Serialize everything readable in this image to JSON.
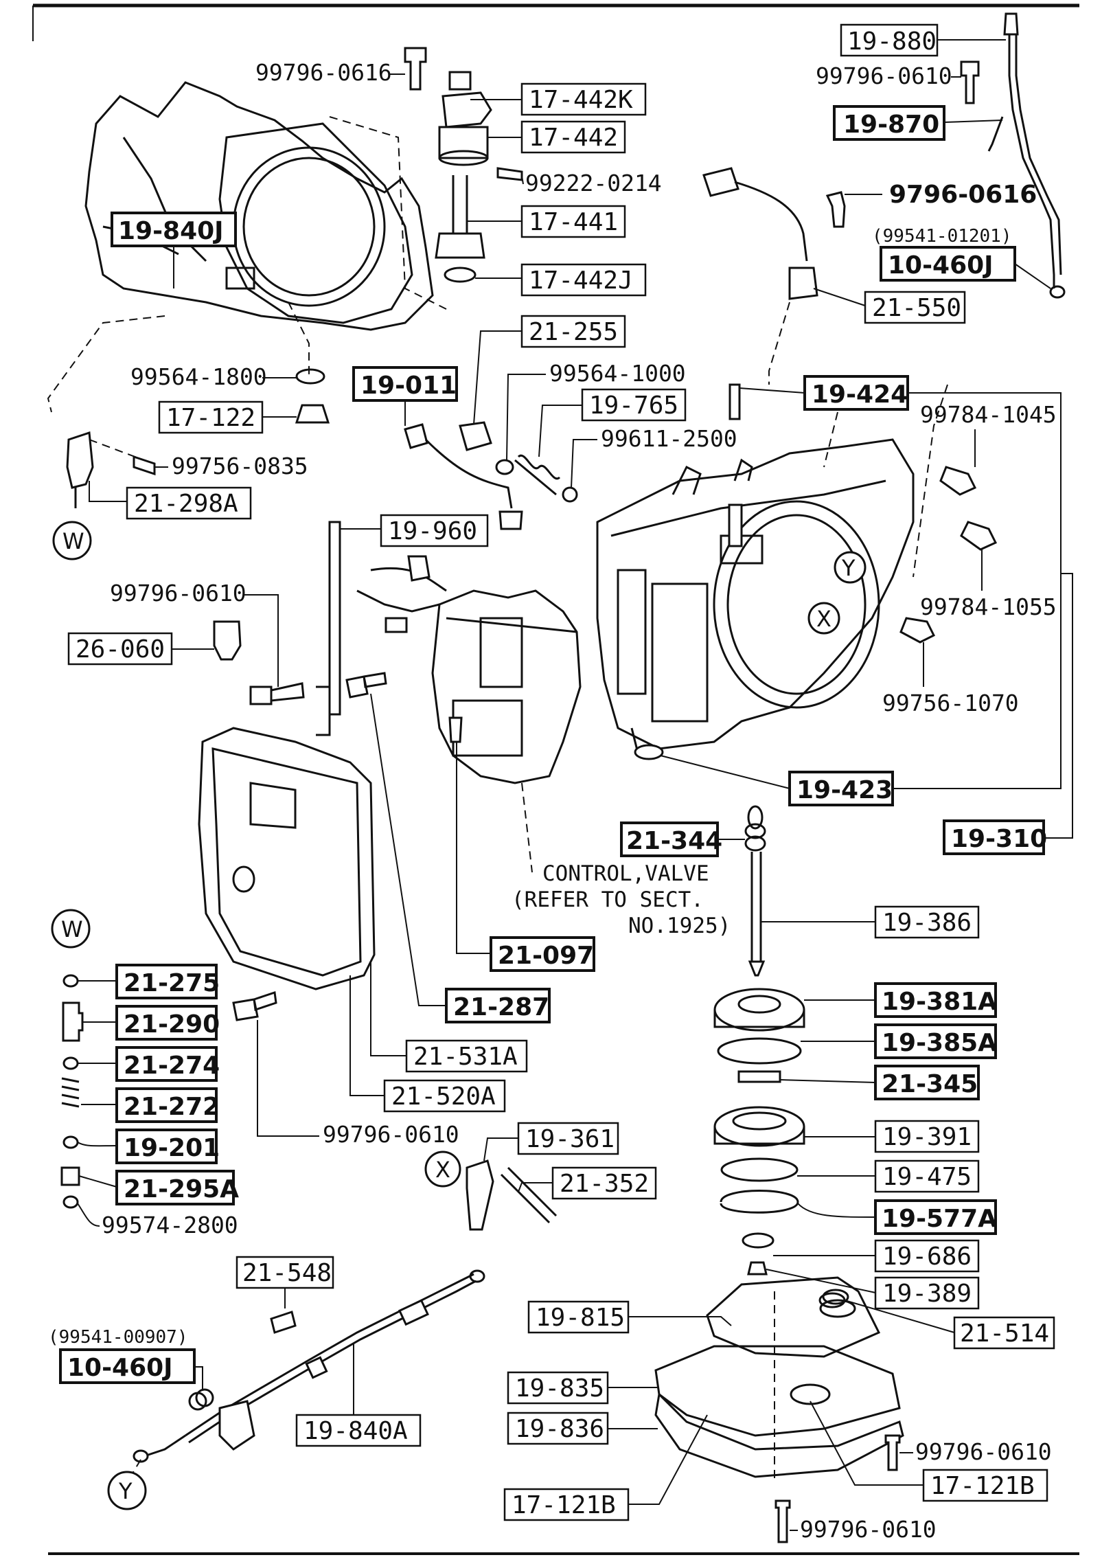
{
  "diagram_title": "",
  "labels": {
    "p_19_880": "19-880",
    "p_99796_0610_top": "99796-0610",
    "p_19_870": "19-870",
    "p_9796_0616": "9796-0616",
    "p_99541_01201": "(99541-01201)",
    "p_10_460j_top": "10-460J",
    "p_21_550": "21-550",
    "p_99796_0616": "99796-0616",
    "p_17_442k": "17-442K",
    "p_17_442": "17-442",
    "p_99222_0214": "99222-0214",
    "p_17_441": "17-441",
    "p_17_442j": "17-442J",
    "p_19_840j": "19-840J",
    "p_21_255": "21-255",
    "p_99564_1000": "99564-1000",
    "p_19_765": "19-765",
    "p_19_424": "19-424",
    "p_99784_1045": "99784-1045",
    "p_99611_2500": "99611-2500",
    "p_99564_1800": "99564-1800",
    "p_17_122": "17-122",
    "p_19_011": "19-011",
    "p_99756_0835": "99756-0835",
    "p_21_298a": "21-298A",
    "p_19_960": "19-960",
    "p_99784_1055": "99784-1055",
    "p_99796_0610_mid": "99796-0610",
    "p_26_060": "26-060",
    "p_99756_1070": "99756-1070",
    "p_19_423": "19-423",
    "p_19_310": "19-310",
    "p_21_344": "21-344",
    "p_control_valve_1": "CONTROL,VALVE",
    "p_control_valve_2": "(REFER TO SECT.",
    "p_control_valve_3": "NO.1925)",
    "p_19_386": "19-386",
    "p_21_097": "21-097",
    "p_21_287": "21-287",
    "p_19_381a": "19-381A",
    "p_19_385a": "19-385A",
    "p_21_345": "21-345",
    "p_21_275": "21-275",
    "p_21_290": "21-290",
    "p_21_274": "21-274",
    "p_21_272": "21-272",
    "p_19_201": "19-201",
    "p_21_295a": "21-295A",
    "p_99574_2800": "99574-2800",
    "p_21_531a": "21-531A",
    "p_21_520a": "21-520A",
    "p_99796_0610_low": "99796-0610",
    "p_19_361": "19-361",
    "p_21_352": "21-352",
    "p_19_391": "19-391",
    "p_19_475": "19-475",
    "p_19_577a": "19-577A",
    "p_19_686": "19-686",
    "p_19_389": "19-389",
    "p_21_548": "21-548",
    "p_99541_00907": "(99541-00907)",
    "p_10_460j_bottom": "10-460J",
    "p_19_840a": "19-840A",
    "p_19_815": "19-815",
    "p_21_514": "21-514",
    "p_19_835": "19-835",
    "p_19_836": "19-836",
    "p_99796_0610_pan": "99796-0610",
    "p_17_121b_right": "17-121B",
    "p_17_121b_left": "17-121B",
    "p_99796_0610_bottom": "99796-0610"
  },
  "markers": {
    "w_top": "W",
    "w_left": "W",
    "x_case": "X",
    "y_case": "Y",
    "x_lever": "X",
    "y_cable": "Y"
  }
}
